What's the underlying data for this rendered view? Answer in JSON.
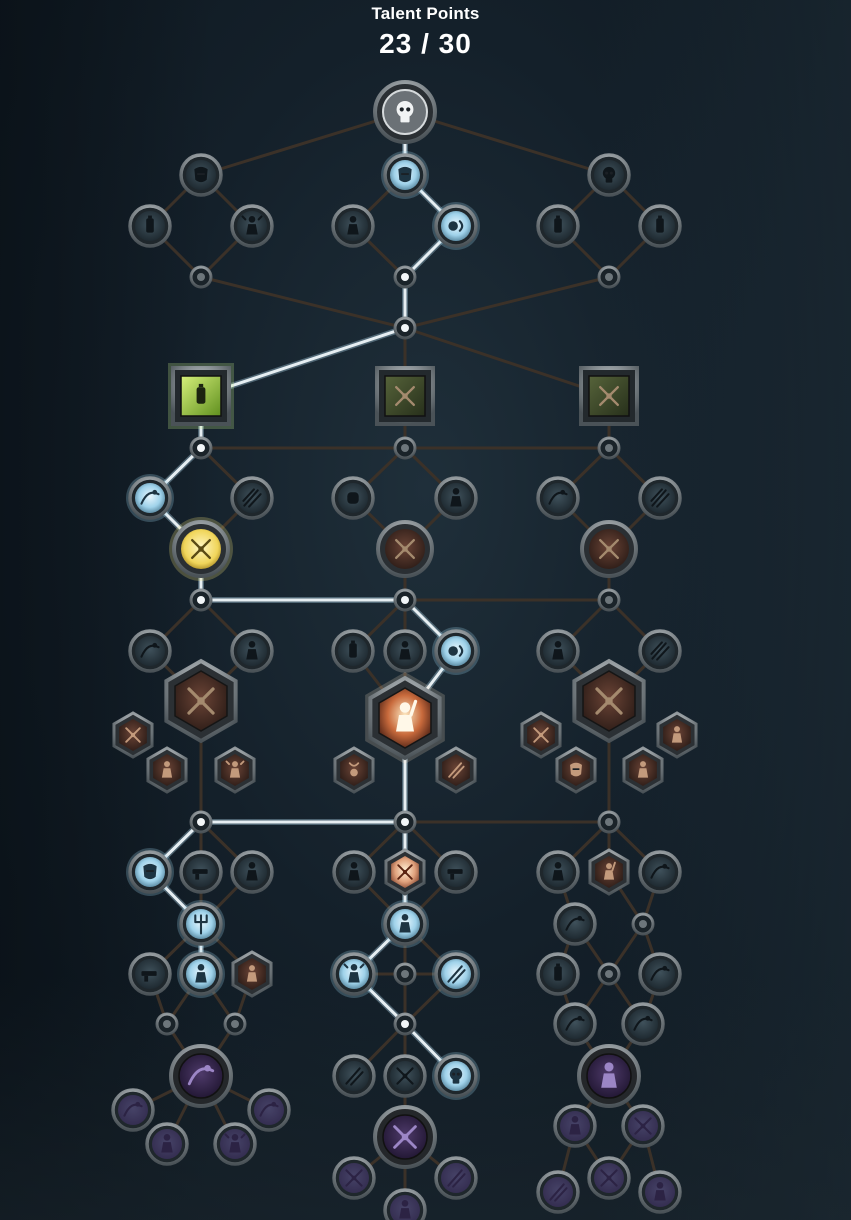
{
  "header": {
    "title": "Talent Points",
    "points_spent": "23 / 30"
  },
  "colors": {
    "background": "#14202a",
    "link_inactive": "#3b3128",
    "link_active": "#e6eef2",
    "node_ring": "#8f969a",
    "node_active_fill": "#a9d8ee",
    "node_inactive_fill": "#2b3a42",
    "ability_inactive": "#5a3a2e",
    "ability_active": "#f3e0b8",
    "aura_green": "#8fc43a",
    "keystone_purple": "#3b2a4f",
    "coherency_gold": "#f5e27a",
    "header_text": "#ffffff"
  },
  "talents": [
    {
      "id": "root",
      "icon": "skull-wreath-icon",
      "active": true,
      "style": "root"
    },
    {
      "id": "t1",
      "icon": "helmet-icon",
      "active": false,
      "style": "circle"
    },
    {
      "id": "t2",
      "icon": "grenade-shield-icon",
      "active": true,
      "style": "circle"
    },
    {
      "id": "t3",
      "icon": "skull-icon",
      "active": false,
      "style": "circle"
    },
    {
      "id": "t4",
      "icon": "canister-icon",
      "active": false,
      "style": "circle"
    },
    {
      "id": "t5",
      "icon": "burst-figure-icon",
      "active": false,
      "style": "circle"
    },
    {
      "id": "t6",
      "icon": "figure-icon",
      "active": false,
      "style": "circle"
    },
    {
      "id": "t7",
      "icon": "shout-icon",
      "active": true,
      "style": "circle"
    },
    {
      "id": "t8",
      "icon": "canister-icon",
      "active": false,
      "style": "circle"
    },
    {
      "id": "t9",
      "icon": "canister-icon",
      "active": false,
      "style": "circle"
    },
    {
      "id": "a1",
      "icon": "stimm-aura-icon",
      "active": true,
      "style": "aura"
    },
    {
      "id": "a2",
      "icon": "crossed-blades-icon",
      "active": false,
      "style": "aura"
    },
    {
      "id": "a3",
      "icon": "crossed-blades-icon",
      "active": false,
      "style": "aura"
    },
    {
      "id": "b1",
      "icon": "charge-icon",
      "active": true,
      "style": "circle"
    },
    {
      "id": "b2",
      "icon": "claws-icon",
      "active": false,
      "style": "circle"
    },
    {
      "id": "b3",
      "icon": "grip-icon",
      "active": false,
      "style": "circle"
    },
    {
      "id": "b4",
      "icon": "huddle-icon",
      "active": false,
      "style": "circle"
    },
    {
      "id": "b5",
      "icon": "lunge-icon",
      "active": false,
      "style": "circle"
    },
    {
      "id": "b6",
      "icon": "claws-icon",
      "active": false,
      "style": "circle"
    },
    {
      "id": "c1",
      "icon": "coherency-blades-icon",
      "active": true,
      "style": "gold"
    },
    {
      "id": "c2",
      "icon": "crossed-blades-icon",
      "active": false,
      "style": "ring"
    },
    {
      "id": "c3",
      "icon": "crossed-blades-icon",
      "active": false,
      "style": "ring"
    },
    {
      "id": "d1",
      "icon": "swoosh-icon",
      "active": false,
      "style": "circle"
    },
    {
      "id": "d2",
      "icon": "figure-icon",
      "active": false,
      "style": "circle"
    },
    {
      "id": "d3",
      "icon": "ammo-icon",
      "active": false,
      "style": "circle"
    },
    {
      "id": "d4",
      "icon": "hand-icon",
      "active": false,
      "style": "circle"
    },
    {
      "id": "d5",
      "icon": "shout-icon",
      "active": true,
      "style": "circle"
    },
    {
      "id": "d6",
      "icon": "hand-icon",
      "active": false,
      "style": "circle"
    },
    {
      "id": "d7",
      "icon": "claws-icon",
      "active": false,
      "style": "circle"
    },
    {
      "id": "h1",
      "icon": "crossed-blades-icon",
      "active": false,
      "style": "hex-big"
    },
    {
      "id": "h2",
      "icon": "raised-fist-icon",
      "active": true,
      "style": "hex-big"
    },
    {
      "id": "h3",
      "icon": "crossed-blades-icon",
      "active": false,
      "style": "hex-big"
    },
    {
      "id": "m1",
      "icon": "crossed-blades-icon",
      "active": false,
      "style": "hex"
    },
    {
      "id": "m2",
      "icon": "figure-icon",
      "active": false,
      "style": "hex"
    },
    {
      "id": "m3",
      "icon": "burst-figure-icon",
      "active": false,
      "style": "hex"
    },
    {
      "id": "m4",
      "icon": "amulet-icon",
      "active": false,
      "style": "hex"
    },
    {
      "id": "m5",
      "icon": "slash-icon",
      "active": false,
      "style": "hex"
    },
    {
      "id": "m6",
      "icon": "crossed-blades-icon",
      "active": false,
      "style": "hex"
    },
    {
      "id": "m7",
      "icon": "mask-icon",
      "active": false,
      "style": "hex"
    },
    {
      "id": "m8",
      "icon": "figure-icon",
      "active": false,
      "style": "hex"
    },
    {
      "id": "m9",
      "icon": "figure-icon",
      "active": false,
      "style": "hex"
    },
    {
      "id": "e1",
      "icon": "shield-wave-icon",
      "active": true,
      "style": "circle"
    },
    {
      "id": "e2",
      "icon": "gun-icon",
      "active": false,
      "style": "circle"
    },
    {
      "id": "e3",
      "icon": "figure-icon",
      "active": false,
      "style": "circle"
    },
    {
      "id": "e4",
      "icon": "figure-icon",
      "active": false,
      "style": "circle"
    },
    {
      "id": "e5",
      "icon": "crossed-blades-icon",
      "active": true,
      "style": "hex"
    },
    {
      "id": "e6",
      "icon": "shot-icon",
      "active": false,
      "style": "circle"
    },
    {
      "id": "e7",
      "icon": "huddle-icon",
      "active": false,
      "style": "circle"
    },
    {
      "id": "e8",
      "icon": "raised-fist-icon",
      "active": false,
      "style": "hex"
    },
    {
      "id": "e9",
      "icon": "lunge-icon",
      "active": false,
      "style": "circle"
    },
    {
      "id": "f1",
      "icon": "trident-icon",
      "active": true,
      "style": "circle"
    },
    {
      "id": "f2",
      "icon": "figure-icon",
      "active": true,
      "style": "circle"
    },
    {
      "id": "f3",
      "icon": "runner-icon",
      "active": false,
      "style": "circle"
    },
    {
      "id": "g1",
      "icon": "gun-icon",
      "active": false,
      "style": "circle"
    },
    {
      "id": "g2",
      "icon": "huddle-icon",
      "active": true,
      "style": "circle"
    },
    {
      "id": "g3",
      "icon": "figure-icon",
      "active": false,
      "style": "hex"
    },
    {
      "id": "g4",
      "icon": "burst-figure-icon",
      "active": true,
      "style": "circle"
    },
    {
      "id": "g5",
      "icon": "blade-icon",
      "active": true,
      "style": "circle"
    },
    {
      "id": "g6",
      "icon": "ammo-icon",
      "active": false,
      "style": "circle"
    },
    {
      "id": "g7",
      "icon": "lunge-icon",
      "active": false,
      "style": "circle"
    },
    {
      "id": "g8",
      "icon": "runner-icon",
      "active": false,
      "style": "circle"
    },
    {
      "id": "g9",
      "icon": "lunge-icon",
      "active": false,
      "style": "circle"
    },
    {
      "id": "k1",
      "icon": "charge-icon",
      "active": false,
      "style": "keystone"
    },
    {
      "id": "k2",
      "icon": "crossed-swords-icon",
      "active": false,
      "style": "keystone"
    },
    {
      "id": "k3",
      "icon": "figure-icon",
      "active": false,
      "style": "keystone"
    },
    {
      "id": "l1",
      "icon": "charge-icon",
      "active": false,
      "style": "circle"
    },
    {
      "id": "l2",
      "icon": "figure-icon",
      "active": false,
      "style": "circle"
    },
    {
      "id": "l3",
      "icon": "burst-figure-icon",
      "active": false,
      "style": "circle"
    },
    {
      "id": "l4",
      "icon": "charge-icon",
      "active": false,
      "style": "circle"
    },
    {
      "id": "l5",
      "icon": "blade-icon",
      "active": false,
      "style": "circle"
    },
    {
      "id": "l6",
      "icon": "skull-burst-icon",
      "active": true,
      "style": "circle"
    },
    {
      "id": "l7",
      "icon": "crossed-swords-icon",
      "active": false,
      "style": "circle"
    },
    {
      "id": "l8",
      "icon": "crossed-swords-icon",
      "active": false,
      "style": "circle"
    },
    {
      "id": "n1",
      "icon": "blade-icon",
      "active": false,
      "style": "circle"
    },
    {
      "id": "n2",
      "icon": "huddle-icon",
      "active": false,
      "style": "circle"
    },
    {
      "id": "n3",
      "icon": "figure-icon",
      "active": false,
      "style": "circle"
    },
    {
      "id": "n4",
      "icon": "crossed-swords-icon",
      "active": false,
      "style": "circle"
    },
    {
      "id": "n5",
      "icon": "blade-icon",
      "active": false,
      "style": "circle"
    },
    {
      "id": "n6",
      "icon": "crossed-swords-icon",
      "active": false,
      "style": "circle"
    },
    {
      "id": "n7",
      "icon": "figure-icon",
      "active": false,
      "style": "circle"
    }
  ],
  "junctions": [
    {
      "id": "j1",
      "active": false
    },
    {
      "id": "j2",
      "active": true
    },
    {
      "id": "j3",
      "active": false
    },
    {
      "id": "j4",
      "active": true
    },
    {
      "id": "j5",
      "active": true
    },
    {
      "id": "j6",
      "active": false
    },
    {
      "id": "j7",
      "active": false
    },
    {
      "id": "j8",
      "active": true
    },
    {
      "id": "j9",
      "active": true
    },
    {
      "id": "j10",
      "active": false
    },
    {
      "id": "j11",
      "active": true
    },
    {
      "id": "j12",
      "active": true
    },
    {
      "id": "j13",
      "active": false
    },
    {
      "id": "j14",
      "active": false
    },
    {
      "id": "j15",
      "active": false
    },
    {
      "id": "j16",
      "active": false
    },
    {
      "id": "j17",
      "active": true
    },
    {
      "id": "j18",
      "active": false
    },
    {
      "id": "j19",
      "active": false
    },
    {
      "id": "j20",
      "active": false
    }
  ],
  "links": [
    [
      "root",
      "t1",
      false
    ],
    [
      "root",
      "t2",
      true
    ],
    [
      "root",
      "t3",
      false
    ],
    [
      "t1",
      "t4",
      false
    ],
    [
      "t1",
      "t5",
      false
    ],
    [
      "t4",
      "j1",
      false
    ],
    [
      "t5",
      "j1",
      false
    ],
    [
      "t2",
      "t6",
      false
    ],
    [
      "t2",
      "t7",
      true
    ],
    [
      "t6",
      "j2",
      false
    ],
    [
      "t7",
      "j2",
      true
    ],
    [
      "t3",
      "t8",
      false
    ],
    [
      "t3",
      "t9",
      false
    ],
    [
      "t8",
      "j3",
      false
    ],
    [
      "t9",
      "j3",
      false
    ],
    [
      "j1",
      "j4",
      false
    ],
    [
      "j2",
      "j4",
      true
    ],
    [
      "j3",
      "j4",
      false
    ],
    [
      "j4",
      "a1",
      true
    ],
    [
      "j4",
      "a2",
      false
    ],
    [
      "j4",
      "a3",
      false
    ],
    [
      "a1",
      "j5",
      true
    ],
    [
      "a2",
      "j6",
      false
    ],
    [
      "a3",
      "j7",
      false
    ],
    [
      "j5",
      "j6",
      false
    ],
    [
      "j6",
      "j7",
      false
    ],
    [
      "j5",
      "b1",
      true
    ],
    [
      "j5",
      "b2",
      false
    ],
    [
      "b1",
      "c1",
      true
    ],
    [
      "b2",
      "c1",
      false
    ],
    [
      "j6",
      "b3",
      false
    ],
    [
      "j6",
      "b4",
      false
    ],
    [
      "b3",
      "c2",
      false
    ],
    [
      "b4",
      "c2",
      false
    ],
    [
      "j7",
      "b5",
      false
    ],
    [
      "j7",
      "b6",
      false
    ],
    [
      "b5",
      "c3",
      false
    ],
    [
      "b6",
      "c3",
      false
    ],
    [
      "c1",
      "j8",
      true
    ],
    [
      "c2",
      "j9",
      false
    ],
    [
      "c3",
      "j10",
      false
    ],
    [
      "j8",
      "j9",
      true
    ],
    [
      "j9",
      "j10",
      false
    ],
    [
      "j8",
      "d1",
      false
    ],
    [
      "j8",
      "d2",
      false
    ],
    [
      "d1",
      "h1",
      false
    ],
    [
      "d2",
      "h1",
      false
    ],
    [
      "j9",
      "d3",
      false
    ],
    [
      "j9",
      "d4",
      false
    ],
    [
      "j9",
      "d5",
      true
    ],
    [
      "d3",
      "h2",
      false
    ],
    [
      "d4",
      "h2",
      false
    ],
    [
      "d5",
      "h2",
      true
    ],
    [
      "j10",
      "d6",
      false
    ],
    [
      "j10",
      "d7",
      false
    ],
    [
      "d6",
      "h3",
      false
    ],
    [
      "d7",
      "h3",
      false
    ],
    [
      "h1",
      "j11",
      false
    ],
    [
      "h2",
      "j12",
      true
    ],
    [
      "h3",
      "j13",
      false
    ],
    [
      "j11",
      "j12",
      true
    ],
    [
      "j12",
      "j13",
      false
    ],
    [
      "j11",
      "e1",
      true
    ],
    [
      "j11",
      "e2",
      false
    ],
    [
      "j11",
      "e3",
      false
    ],
    [
      "e1",
      "f1",
      true
    ],
    [
      "e2",
      "f1",
      false
    ],
    [
      "e3",
      "f1",
      false
    ],
    [
      "f1",
      "g1",
      false
    ],
    [
      "f1",
      "g2",
      true
    ],
    [
      "f1",
      "g3",
      false
    ],
    [
      "g1",
      "j14",
      false
    ],
    [
      "g2",
      "j14",
      false
    ],
    [
      "g2",
      "j15",
      false
    ],
    [
      "g3",
      "j15",
      false
    ],
    [
      "j14",
      "k1",
      false
    ],
    [
      "j15",
      "k1",
      false
    ],
    [
      "k1",
      "l1",
      false
    ],
    [
      "k1",
      "l2",
      false
    ],
    [
      "k1",
      "l3",
      false
    ],
    [
      "k1",
      "l4",
      false
    ],
    [
      "j12",
      "e4",
      false
    ],
    [
      "j12",
      "e5",
      true
    ],
    [
      "j12",
      "e6",
      false
    ],
    [
      "e4",
      "f2",
      false
    ],
    [
      "e5",
      "f2",
      true
    ],
    [
      "e6",
      "f2",
      false
    ],
    [
      "f2",
      "g4",
      true
    ],
    [
      "f2",
      "j16",
      false
    ],
    [
      "f2",
      "g5",
      false
    ],
    [
      "g4",
      "j16",
      false
    ],
    [
      "g5",
      "j16",
      false
    ],
    [
      "g4",
      "j17",
      true
    ],
    [
      "j16",
      "j17",
      false
    ],
    [
      "g5",
      "j17",
      false
    ],
    [
      "j17",
      "l5",
      false
    ],
    [
      "j17",
      "l6",
      true
    ],
    [
      "j17",
      "l7",
      false
    ],
    [
      "l7",
      "k2",
      false
    ],
    [
      "j17",
      "k2",
      false
    ],
    [
      "k2",
      "l8",
      false
    ],
    [
      "k2",
      "n1",
      false
    ],
    [
      "k2",
      "n2",
      false
    ],
    [
      "j13",
      "e7",
      false
    ],
    [
      "j13",
      "e8",
      false
    ],
    [
      "j13",
      "e9",
      false
    ],
    [
      "e7",
      "f3",
      false
    ],
    [
      "e8",
      "j18",
      false
    ],
    [
      "e9",
      "j18",
      false
    ],
    [
      "f3",
      "g6",
      false
    ],
    [
      "f3",
      "j19",
      false
    ],
    [
      "j18",
      "j19",
      false
    ],
    [
      "j18",
      "g7",
      false
    ],
    [
      "g6",
      "g8",
      false
    ],
    [
      "j19",
      "g8",
      false
    ],
    [
      "j19",
      "g9",
      false
    ],
    [
      "g7",
      "g9",
      false
    ],
    [
      "g8",
      "k3",
      false
    ],
    [
      "g9",
      "k3",
      false
    ],
    [
      "k3",
      "n3",
      false
    ],
    [
      "k3",
      "n4",
      false
    ],
    [
      "n3",
      "n5",
      false
    ],
    [
      "n3",
      "n6",
      false
    ],
    [
      "n4",
      "n6",
      false
    ],
    [
      "n4",
      "n7",
      false
    ]
  ]
}
